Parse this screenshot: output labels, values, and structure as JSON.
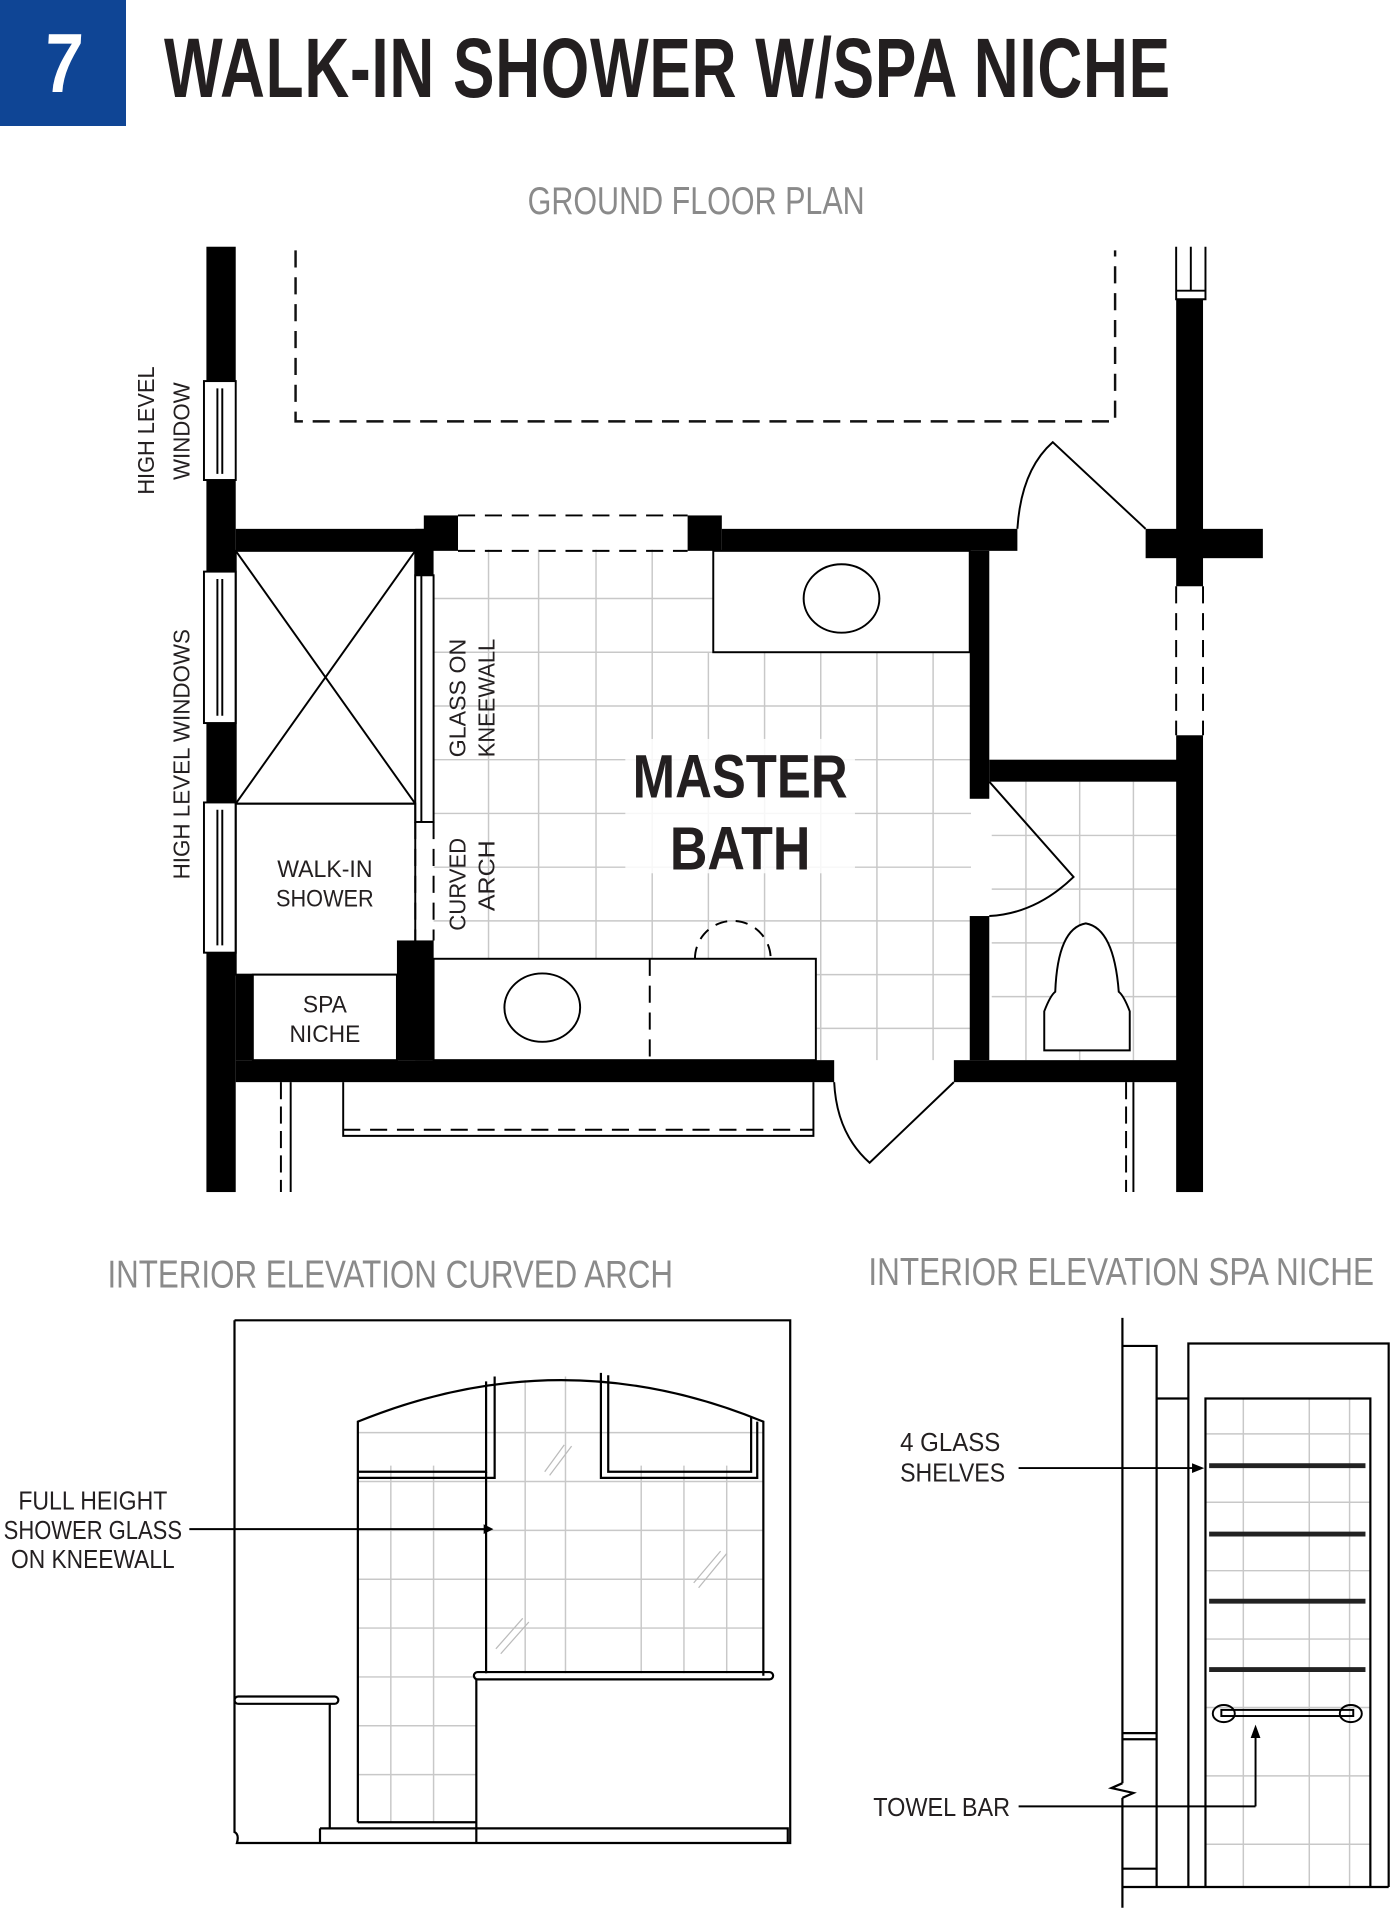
{
  "header": {
    "number": "7",
    "title": "WALK-IN SHOWER W/SPA NICHE",
    "badge_color": "#0f4595",
    "title_color": "#231f20"
  },
  "floor_plan": {
    "heading": "GROUND FLOOR PLAN",
    "room_name_line1": "MASTER",
    "room_name_line2": "BATH",
    "labels": {
      "high_level_window_1": "HIGH LEVEL",
      "high_level_window_2": "WINDOW",
      "high_level_windows": "HIGH LEVEL WINDOWS",
      "glass_on_1": "GLASS ON",
      "glass_on_2": "KNEEWALL",
      "curved_1": "CURVED",
      "curved_2": "ARCH",
      "walk_in_1": "WALK-IN",
      "walk_in_2": "SHOWER",
      "spa_1": "SPA",
      "spa_2": "NICHE"
    }
  },
  "elevation_arch": {
    "heading": "INTERIOR ELEVATION CURVED ARCH",
    "callout_1": "FULL HEIGHT",
    "callout_2": "SHOWER GLASS",
    "callout_3": "ON KNEEWALL"
  },
  "elevation_niche": {
    "heading": "INTERIOR ELEVATION SPA NICHE",
    "shelves_1": "4 GLASS",
    "shelves_2": "SHELVES",
    "towel_bar": "TOWEL BAR",
    "shelf_count": 4
  }
}
